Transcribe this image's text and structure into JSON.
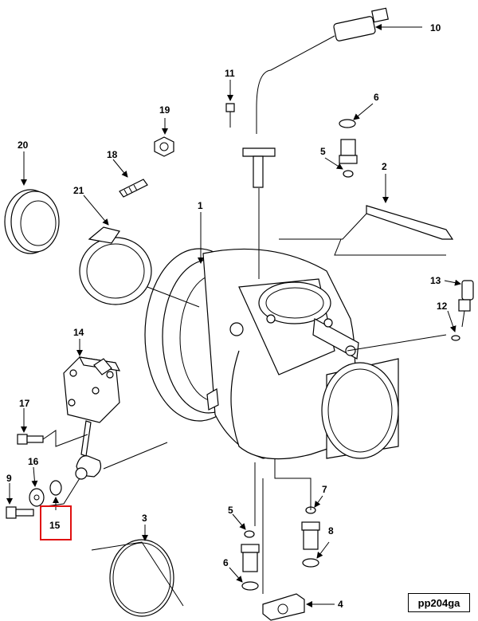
{
  "callouts": {
    "c1": "1",
    "c2": "2",
    "c3": "3",
    "c4": "4",
    "c5a": "5",
    "c5b": "5",
    "c6a": "6",
    "c6b": "6",
    "c7": "7",
    "c8": "8",
    "c9": "9",
    "c10": "10",
    "c11": "11",
    "c12": "12",
    "c13": "13",
    "c14": "14",
    "c15": "15",
    "c16": "16",
    "c17": "17",
    "c18": "18",
    "c19": "19",
    "c20": "20",
    "c21": "21"
  },
  "figure_code": "pp204ga",
  "highlight": {
    "callout": "15",
    "color": "#e01010"
  }
}
